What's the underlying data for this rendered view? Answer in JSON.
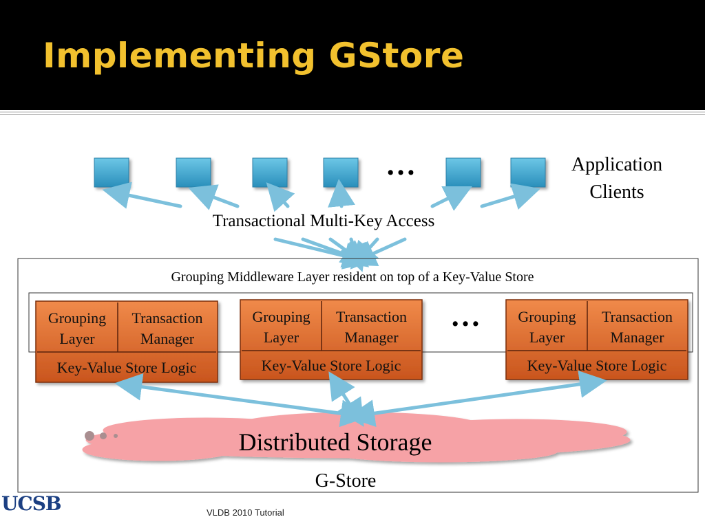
{
  "title": "Implementing GStore",
  "clients_label": "Application\nClients",
  "ellipsis": "…",
  "access_label": "Transactional Multi-Key Access",
  "middleware_label": "Grouping Middleware Layer resident on top of a Key-Value Store",
  "nodes": [
    {
      "grouping": "Grouping\nLayer",
      "transaction": "Transaction\nManager",
      "kv": "Key-Value Store Logic"
    },
    {
      "grouping": "Grouping\nLayer",
      "transaction": "Transaction\nManager",
      "kv": "Key-Value Store Logic"
    },
    {
      "grouping": "Grouping\nLayer",
      "transaction": "Transaction\nManager",
      "kv": "Key-Value Store Logic"
    }
  ],
  "storage_label": "Distributed Storage",
  "system_label": "G-Store",
  "footer": "VLDB 2010 Tutorial",
  "logo_text": "UCSB",
  "colors": {
    "client": "#3aa6cf",
    "node": "#e06a2a",
    "cloud": "#f4a0a4",
    "arrow": "#7cc0dc",
    "title": "#f2c12e"
  }
}
